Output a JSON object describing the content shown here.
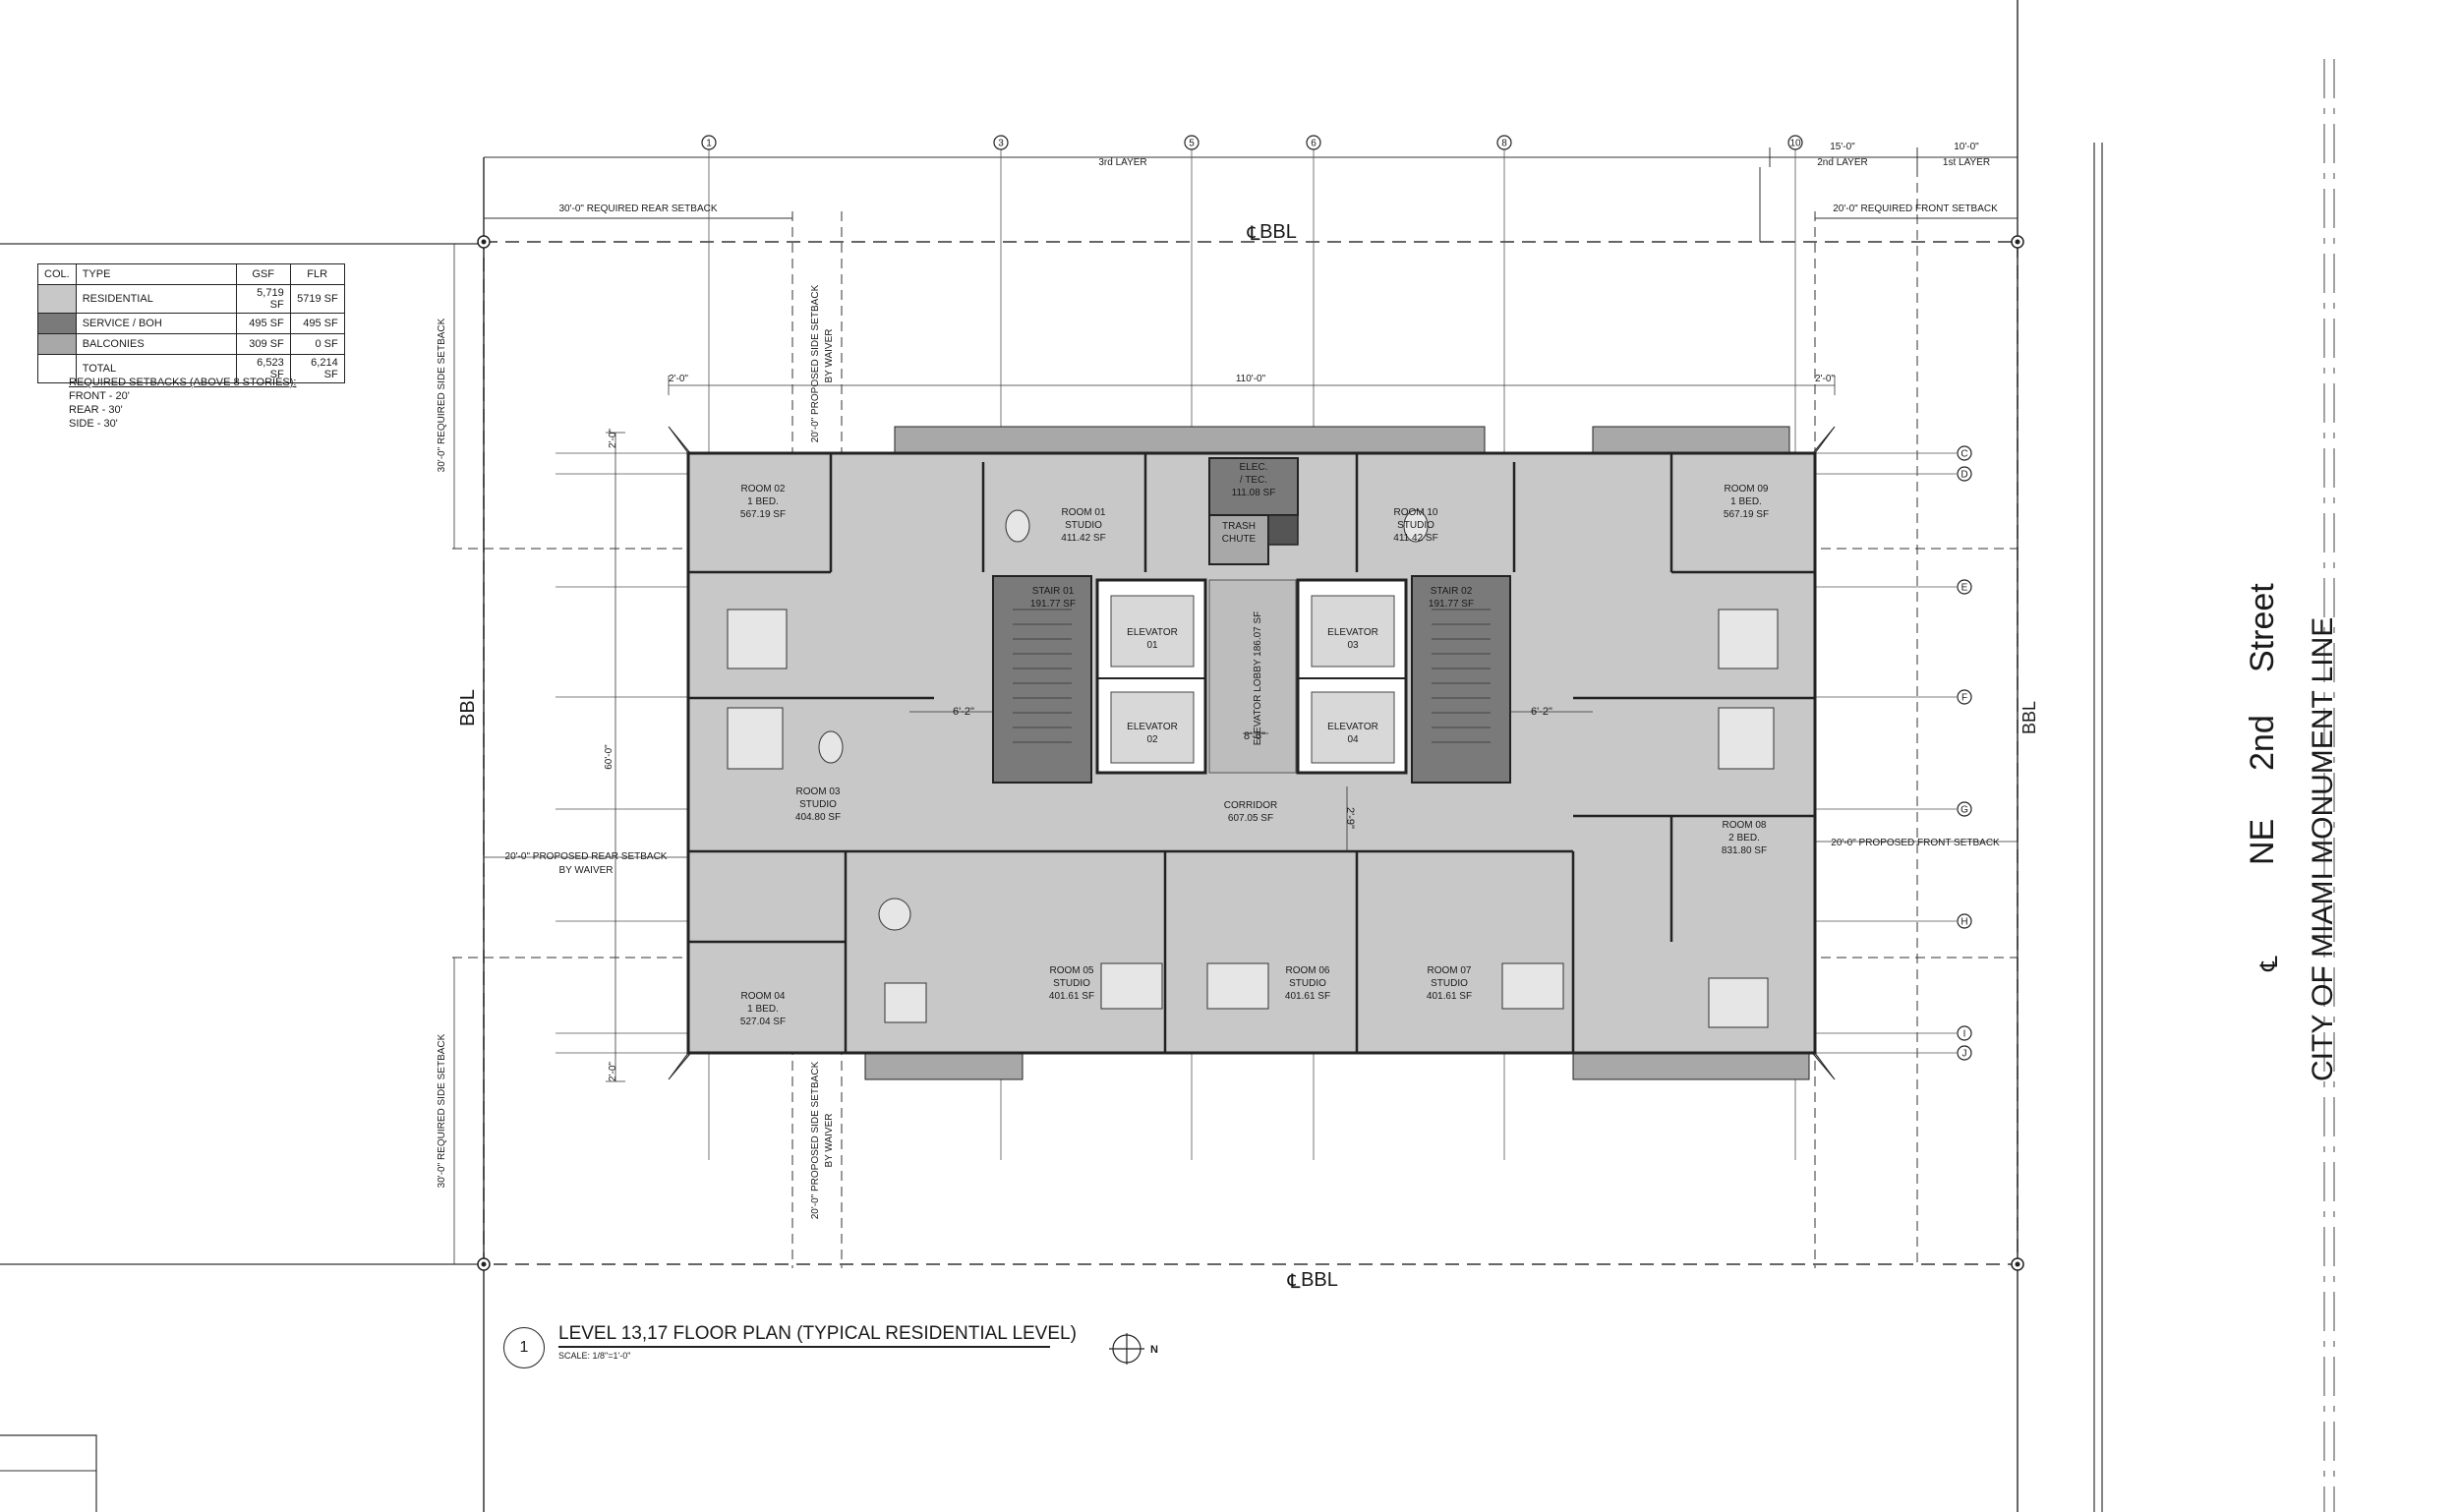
{
  "legend": {
    "headers": [
      "COL.",
      "TYPE",
      "GSF",
      "FLR"
    ],
    "rows": [
      {
        "type": "RESIDENTIAL",
        "gsf": "5,719 SF",
        "flr": "5719 SF",
        "color": "#c8c8c8"
      },
      {
        "type": "SERVICE / BOH",
        "gsf": "495 SF",
        "flr": "495 SF",
        "color": "#7a7a7a"
      },
      {
        "type": "BALCONIES",
        "gsf": "309 SF",
        "flr": "0 SF",
        "color": "#a8a8a8"
      },
      {
        "type": "TOTAL",
        "gsf": "6,523 SF",
        "flr": "6,214 SF",
        "color": "#ffffff"
      }
    ]
  },
  "setbacks": {
    "heading": "REQUIRED SETBACKS (ABOVE 8 STORIES):",
    "front": "FRONT - 20'",
    "rear": "REAR - 30'",
    "side": "SIDE - 30'"
  },
  "grid_top": [
    "1",
    "3",
    "5",
    "6",
    "8",
    "10"
  ],
  "grid_right": [
    "C",
    "D",
    "E",
    "F",
    "G",
    "H",
    "I",
    "J"
  ],
  "dims": {
    "layer3": "3rd LAYER",
    "layer2_dim": "15'-0\"",
    "layer2": "2nd LAYER",
    "layer1_dim": "10'-0\"",
    "layer1": "1st LAYER",
    "rear_req": "30'-0\" REQUIRED REAR SETBACK",
    "front_req": "20'-0\" REQUIRED FRONT SETBACK",
    "side_prop": "20'-0\" PROPOSED SIDE SETBACK",
    "by_waiver": "BY WAIVER",
    "side_req": "30'-0\" REQUIRED SIDE SETBACK",
    "rear_prop": "20'-0\" PROPOSED REAR SETBACK",
    "front_prop": "20'-0\" PROPOSED FRONT SETBACK",
    "width": "110'-0\"",
    "depth": "60'-0\"",
    "two_ft": "2'-0\"",
    "d62": "6'-2\"",
    "d86": "8'-6\"",
    "d29": "2'-9\""
  },
  "bbl": "BBL",
  "rooms": [
    {
      "name": "ROOM 02",
      "type": "1 BED.",
      "area": "567.19 SF"
    },
    {
      "name": "ROOM 01",
      "type": "STUDIO",
      "area": "411.42 SF"
    },
    {
      "name": "ELEC.",
      "type": "/ TEC.",
      "area": "111.08 SF"
    },
    {
      "name": "TRASH",
      "type": "CHUTE",
      "area": ""
    },
    {
      "name": "ROOM 10",
      "type": "STUDIO",
      "area": "411.42 SF"
    },
    {
      "name": "ROOM 09",
      "type": "1 BED.",
      "area": "567.19 SF"
    },
    {
      "name": "STAIR 01",
      "type": "191.77 SF",
      "area": ""
    },
    {
      "name": "STAIR 02",
      "type": "191.77 SF",
      "area": ""
    },
    {
      "name": "ELEVATOR",
      "type": "01",
      "area": ""
    },
    {
      "name": "ELEVATOR",
      "type": "02",
      "area": ""
    },
    {
      "name": "ELEVATOR",
      "type": "03",
      "area": ""
    },
    {
      "name": "ELEVATOR",
      "type": "04",
      "area": ""
    },
    {
      "name": "ELEVATOR LOBBY",
      "type": "186.07 SF",
      "area": ""
    },
    {
      "name": "ROOM 03",
      "type": "STUDIO",
      "area": "404.80 SF"
    },
    {
      "name": "CORRIDOR",
      "type": "607.05 SF",
      "area": ""
    },
    {
      "name": "ROOM 08",
      "type": "2 BED.",
      "area": "831.80 SF"
    },
    {
      "name": "ROOM 04",
      "type": "1 BED.",
      "area": "527.04 SF"
    },
    {
      "name": "ROOM 05",
      "type": "STUDIO",
      "area": "401.61 SF"
    },
    {
      "name": "ROOM 06",
      "type": "STUDIO",
      "area": "401.61 SF"
    },
    {
      "name": "ROOM 07",
      "type": "STUDIO",
      "area": "401.61 SF"
    }
  ],
  "title": {
    "number": "1",
    "main": "LEVEL 13,17 FLOOR PLAN (TYPICAL RESIDENTIAL LEVEL)",
    "scale": "SCALE: 1/8\"=1'-0\""
  },
  "street": {
    "name_parts": [
      "NE",
      "2nd",
      "Street"
    ],
    "monument": "CITY OF MIAMI MONUMENT LINE"
  },
  "colors": {
    "residential": "#c8c8c8",
    "service": "#7a7a7a",
    "balcony": "#a8a8a8",
    "line": "#222222"
  }
}
